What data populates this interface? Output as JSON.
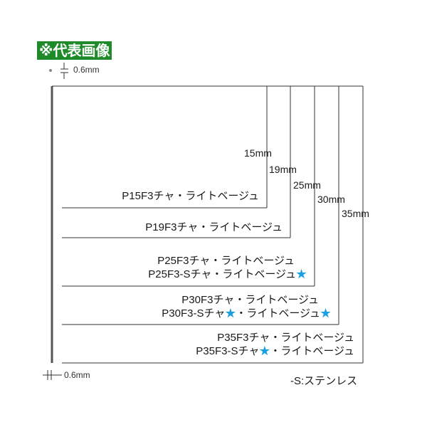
{
  "badge": "※代表画像",
  "top_thickness": "0.6mm",
  "bottom_thickness": "0.6mm",
  "lengths": [
    "15mm",
    "19mm",
    "25mm",
    "30mm",
    "35mm"
  ],
  "products": [
    {
      "lines": [
        {
          "text": "P15F3チャ・ライトベージュ",
          "star": false
        }
      ]
    },
    {
      "lines": [
        {
          "text": "P19F3チャ・ライトベージュ",
          "star": false
        }
      ]
    },
    {
      "lines": [
        {
          "text": "P25F3チャ・ライトベージュ",
          "star": false
        },
        {
          "text": "P25F3-Sチャ・ライトベージュ",
          "star": true
        }
      ]
    },
    {
      "lines": [
        {
          "text": "P30F3チャ・ライトベージュ",
          "star": false
        },
        {
          "pre": "P30F3-Sチャ",
          "mid_star": true,
          "text": "・ライトベージュ",
          "star": true
        }
      ]
    },
    {
      "lines": [
        {
          "text": "P35F3チャ・ライトベージュ",
          "star": false
        },
        {
          "pre": "P35F3-Sチャ",
          "mid_star": true,
          "text": "・ライトベージュ",
          "star": false
        }
      ]
    }
  ],
  "star_glyph": "★",
  "star_color": "#1aa0e0",
  "legend": "-S:ステンレス",
  "badge_color": "#1f8a2a"
}
